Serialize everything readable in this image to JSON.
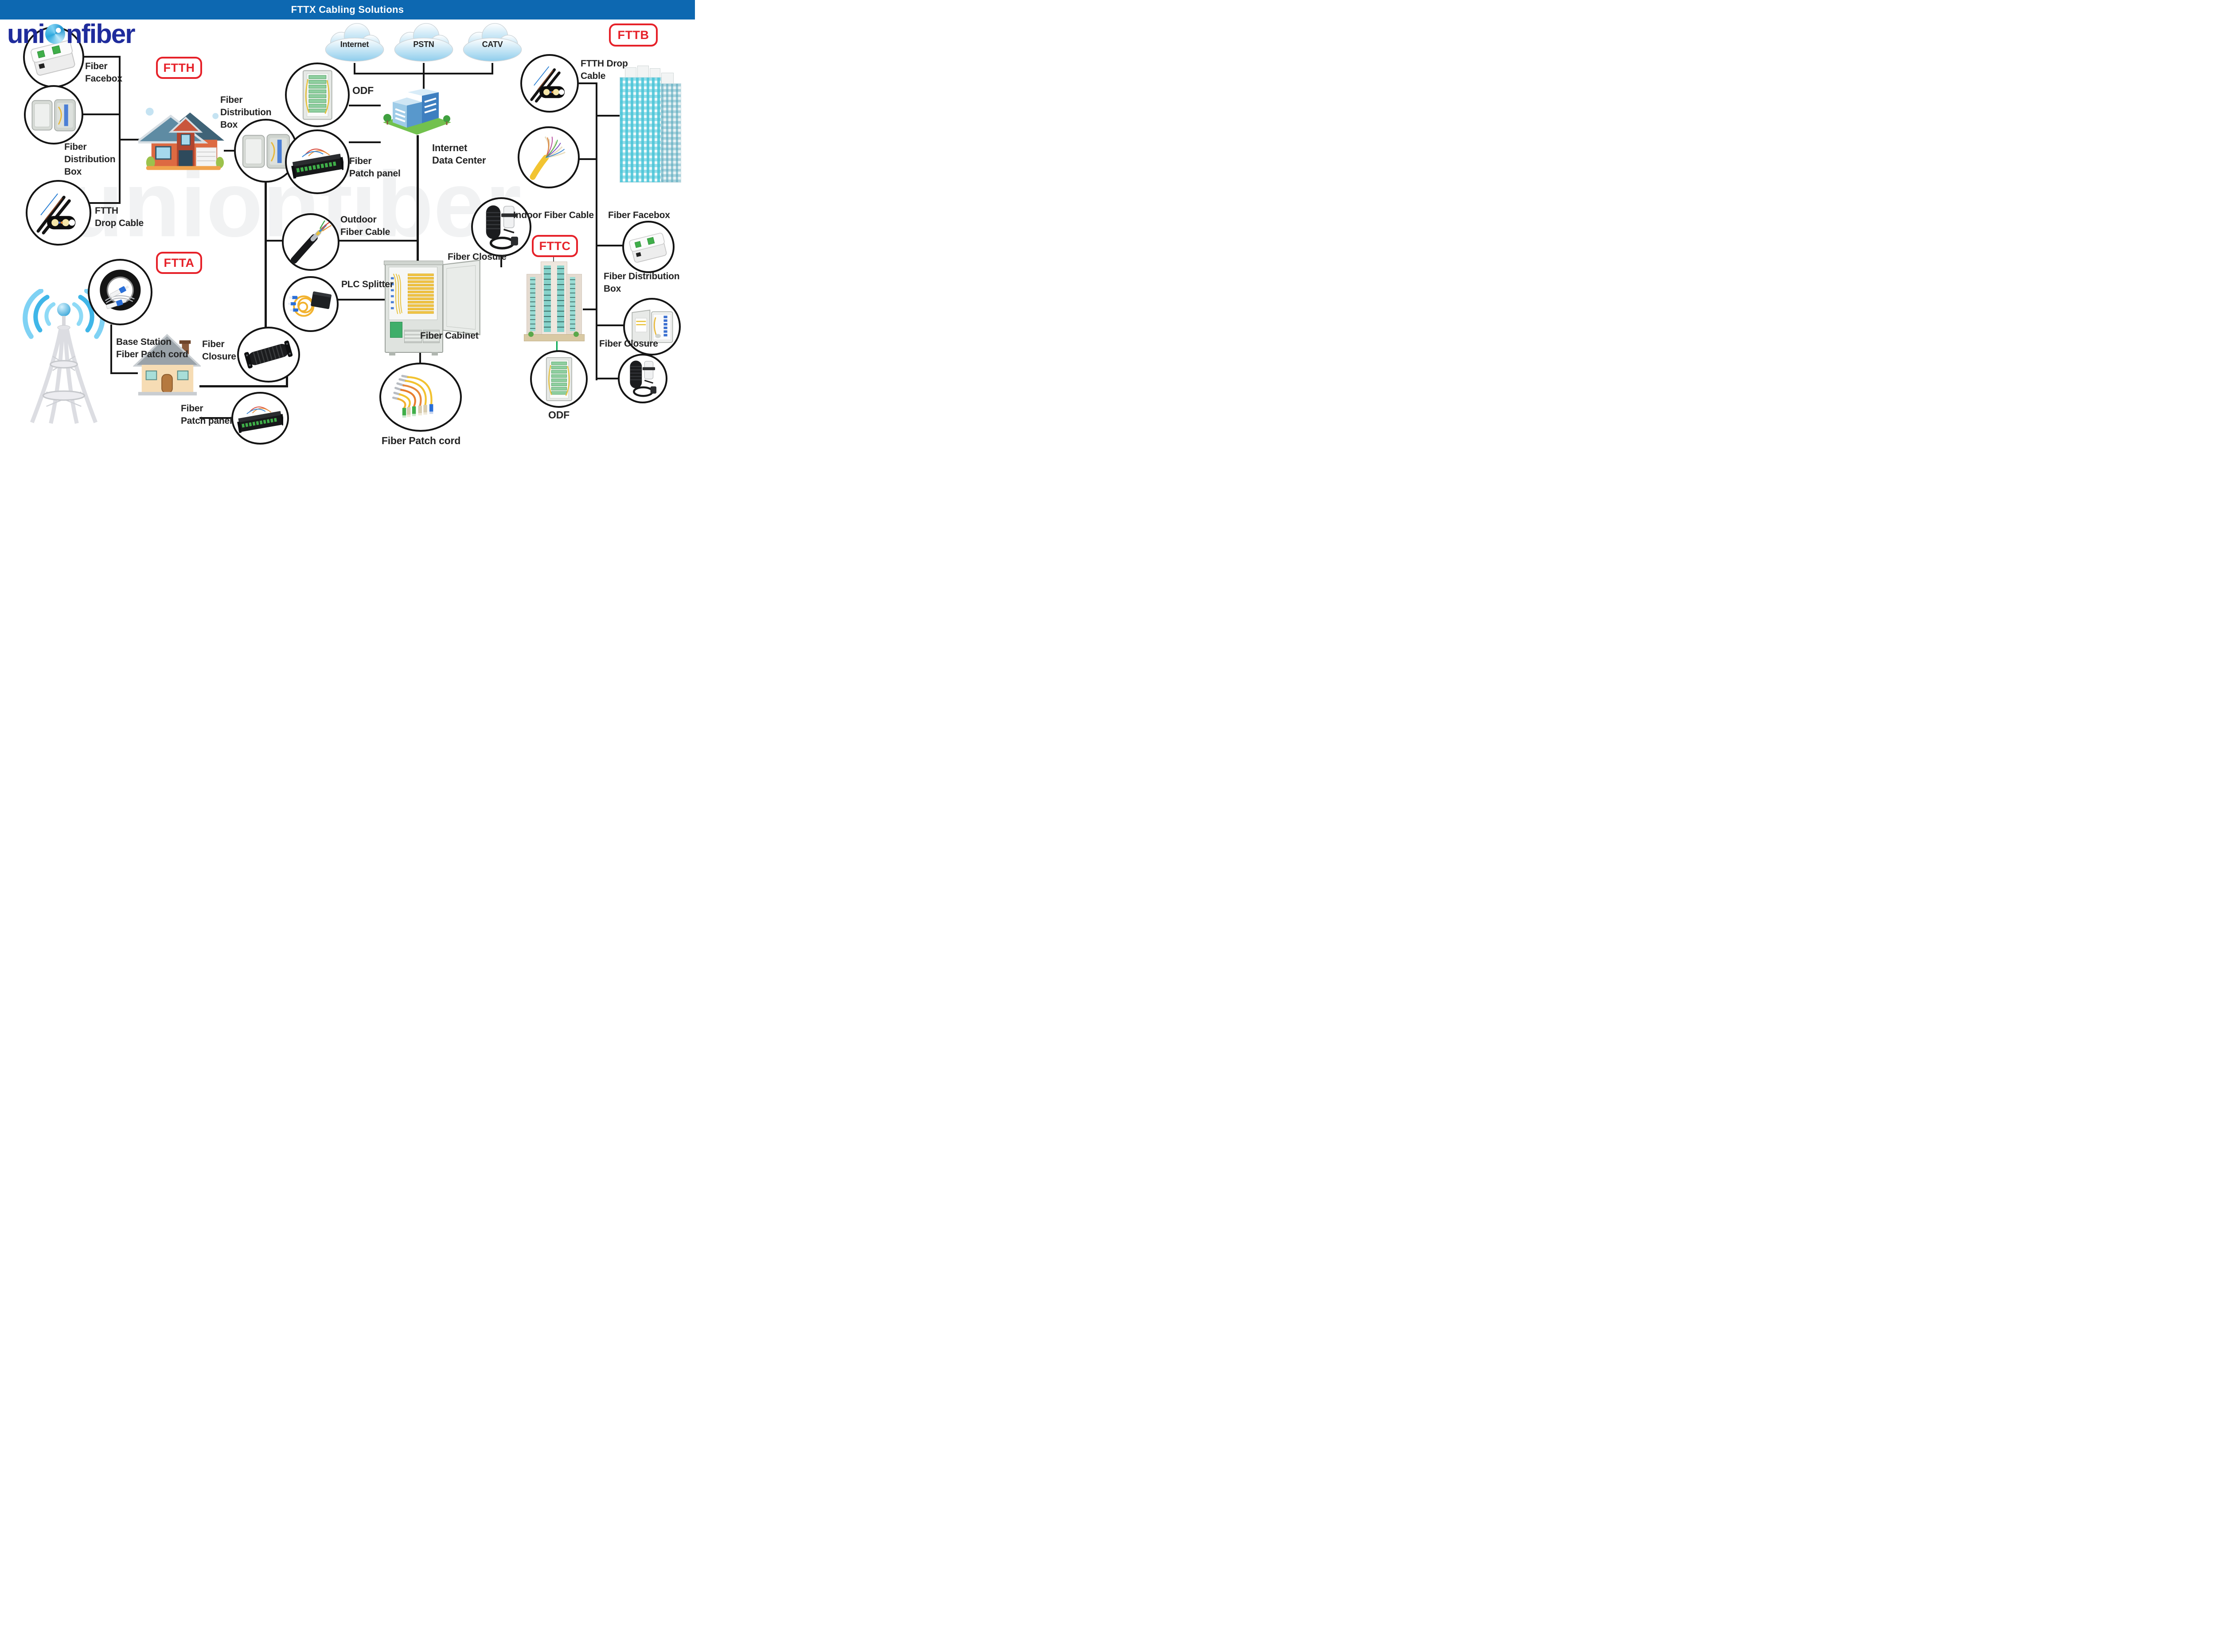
{
  "title": "FTTX Cabling Solutions",
  "logo": {
    "part1": "uni",
    "part2": "nfiber"
  },
  "watermark": "unionfiber",
  "badges": {
    "ftth": "FTTH",
    "ftta": "FTTA",
    "fttb": "FTTB",
    "fttc": "FTTC"
  },
  "clouds": {
    "internet": "Internet",
    "pstn": "PSTN",
    "catv": "CATV"
  },
  "labels": {
    "facebox_l1": "Fiber",
    "facebox_l2": "Facebox",
    "fdb_l1": "Fiber",
    "fdb_l2": "Distribution",
    "fdb_l3": "Box",
    "drop_l1": "FTTH",
    "drop_l2": "Drop Cable",
    "fdb_h1": "Fiber",
    "fdb_h2": "Distribution",
    "fdb_h3": "Box",
    "odf_top": "ODF",
    "pp_t1": "Fiber",
    "pp_t2": "Patch panel",
    "outdoor1": "Outdoor",
    "outdoor2": "Fiber Cable",
    "plc": "PLC Splitter",
    "dc1": "Internet",
    "dc2": "Data Center",
    "clos_a1": "Fiber",
    "clos_a2": "Closure",
    "base1": "Base Station",
    "base2": "Fiber Patch cord",
    "pp_b1": "Fiber",
    "pp_b2": "Patch panel",
    "cabinet": "Fiber Cabinet",
    "clos_c": "Fiber Closure",
    "patchcord_b": "Fiber Patch cord",
    "drop_b1": "FTTH Drop",
    "drop_b2": "Cable",
    "indoor": "Indoor Fiber Cable",
    "facebox_b": "Fiber Facebox",
    "fdb_c1": "Fiber Distribution",
    "fdb_c2": "Box",
    "clos_f": "Fiber Closure",
    "odf_fttc": "ODF"
  },
  "colors": {
    "header_blue": "#0d68b1",
    "logo_navy": "#1f2c9c",
    "logo_sky": "#2aa7dd",
    "badge_red": "#e62129",
    "line_black": "#161616",
    "cloud_blue": "#8ecdec",
    "green_link": "#00a650"
  }
}
